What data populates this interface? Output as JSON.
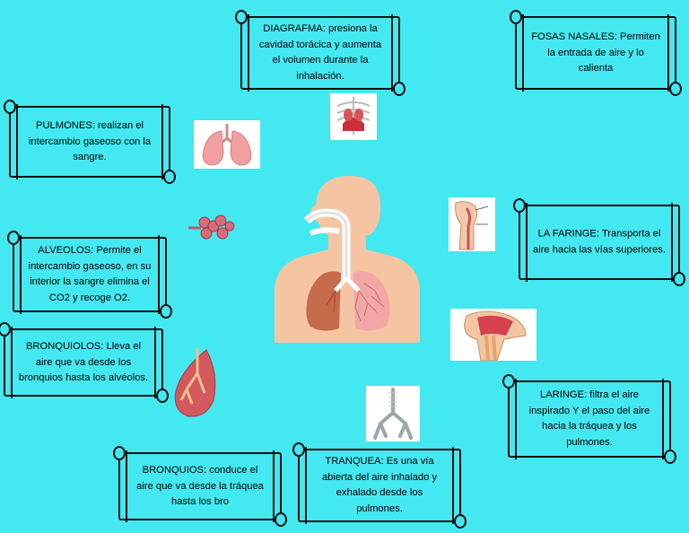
{
  "labels": {
    "diafragma": "DIAGRAFMA:  presiona la cavidad torácica y aumenta el volumen durante la inhalación.",
    "fosas": "FOSAS NASALES: Permiten la entrada de aire y lo calienta",
    "pulmones": "PULMONES:  realizan el intercambio gaseoso con la sangre.",
    "faringe": "LA FARINGE:  Transporta el aire hacia las vías superiores.",
    "alveolos": "ALVEOLOS:  Permite el intercambio gaseoso, en su interior la sangre elimina el CO2 y recoge O2.",
    "bronquiolos": "BRONQUIOLOS: Lleva el aire que va desde los bronquios hasta los alvéolos.",
    "laringe": "LARINGE:    filtra el aire inspirado Y el paso del aire hacia la tráquea y los pulmones.",
    "bronquios": "BRONQUIOS: conduce el aire que va desde la tráquea hasta los bro",
    "traquea": "TRANQUEA: Es una vía abierta del aire inhalado y exhalado desde los pulmones."
  },
  "colors": {
    "background": "#44e8f0",
    "lung_pink": "#f2a7a7",
    "lung_dark": "#c56a4a",
    "skin": "#f5c5a3"
  },
  "icons": {
    "main": "respiratory-system-illustration",
    "diafragma": "diaphragm-thumbnail",
    "pulmones": "lungs-thumbnail",
    "alveolos": "alveoli-thumbnail",
    "faringe": "pharynx-thumbnail",
    "laringe": "larynx-thumbnail",
    "bronquiolos": "bronchioles-thumbnail",
    "traquea": "trachea-thumbnail"
  }
}
